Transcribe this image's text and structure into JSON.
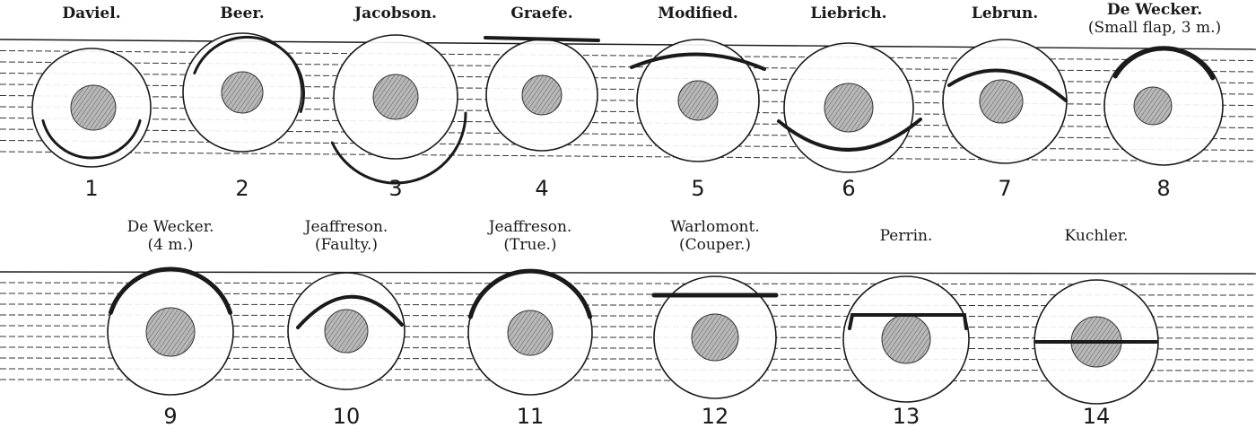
{
  "rows": [
    {
      "items": [
        {
          "number": "1",
          "label": [
            "Daviel."
          ]
        },
        {
          "number": "2",
          "label": [
            "Beer."
          ]
        },
        {
          "number": "3",
          "label": [
            "Jacobson."
          ]
        },
        {
          "number": "4",
          "label": [
            "Graefe."
          ]
        },
        {
          "number": "5",
          "label": [
            "Modified."
          ]
        },
        {
          "number": "6",
          "label": [
            "Liebrich."
          ]
        },
        {
          "number": "7",
          "label": [
            "Lebrun."
          ]
        },
        {
          "number": "8",
          "label": [
            "De Wecker.",
            "(Small flap, 3 m.)"
          ]
        }
      ]
    },
    {
      "items": [
        {
          "number": "9",
          "label": [
            "De Wecker.",
            "(4 m.)"
          ]
        },
        {
          "number": "10",
          "label": [
            "Jeaffreson.",
            "(Faulty.)"
          ]
        },
        {
          "number": "11",
          "label": [
            "Jeaffreson.",
            "(True.)"
          ]
        },
        {
          "number": "12",
          "label": [
            "Warlomont.",
            "(Couper.)"
          ]
        },
        {
          "number": "13",
          "label": [
            "Perrin."
          ]
        },
        {
          "number": "14",
          "label": [
            "Kuchler."
          ]
        }
      ]
    }
  ]
}
